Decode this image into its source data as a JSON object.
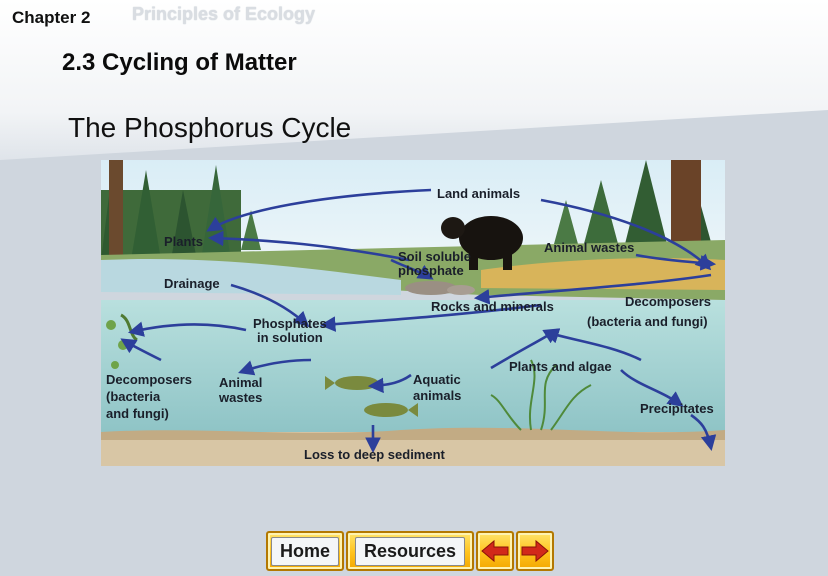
{
  "header": {
    "chapter": "Chapter 2",
    "chapter_title": "Principles of Ecology",
    "section": "2.3 Cycling of Matter",
    "slide_title": "The Phosphorus Cycle"
  },
  "diagram": {
    "labels": {
      "land_animals": "Land animals",
      "plants": "Plants",
      "soil_soluble_1": "Soil soluble",
      "soil_soluble_2": "phosphate",
      "animal_wastes_land": "Animal wastes",
      "drainage": "Drainage",
      "rocks_minerals": "Rocks and minerals",
      "decomposers_land_1": "Decomposers",
      "decomposers_land_2": "(bacteria and fungi)",
      "phosphates_1": "Phosphates",
      "phosphates_2": "in solution",
      "plants_algae": "Plants and algae",
      "decomposers_water_1": "Decomposers",
      "decomposers_water_2": "(bacteria",
      "decomposers_water_3": "and fungi)",
      "animal_wastes_water_1": "Animal",
      "animal_wastes_water_2": "wastes",
      "aquatic_1": "Aquatic",
      "aquatic_2": "animals",
      "precipitates": "Precipitates",
      "loss": "Loss to deep sediment"
    },
    "colors": {
      "sky": "#cfe6f2",
      "water": "#a9d3d4",
      "land": "#7fa25a",
      "sediment": "#d6c2a0",
      "arrow": "#2c3f9b"
    }
  },
  "nav": {
    "home": "Home",
    "resources": "Resources",
    "back_icon": "arrow-left-icon",
    "forward_icon": "arrow-right-icon"
  }
}
